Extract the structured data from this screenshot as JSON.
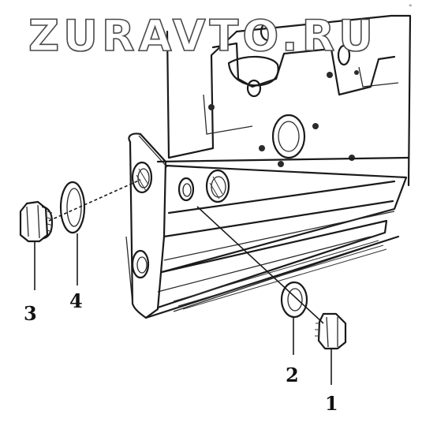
{
  "watermark": "ZURAVTO.RU",
  "corner_mark": "°­",
  "callouts": [
    {
      "id": "1",
      "label": "1"
    },
    {
      "id": "2",
      "label": "2"
    },
    {
      "id": "3",
      "label": "3"
    },
    {
      "id": "4",
      "label": "4"
    }
  ]
}
